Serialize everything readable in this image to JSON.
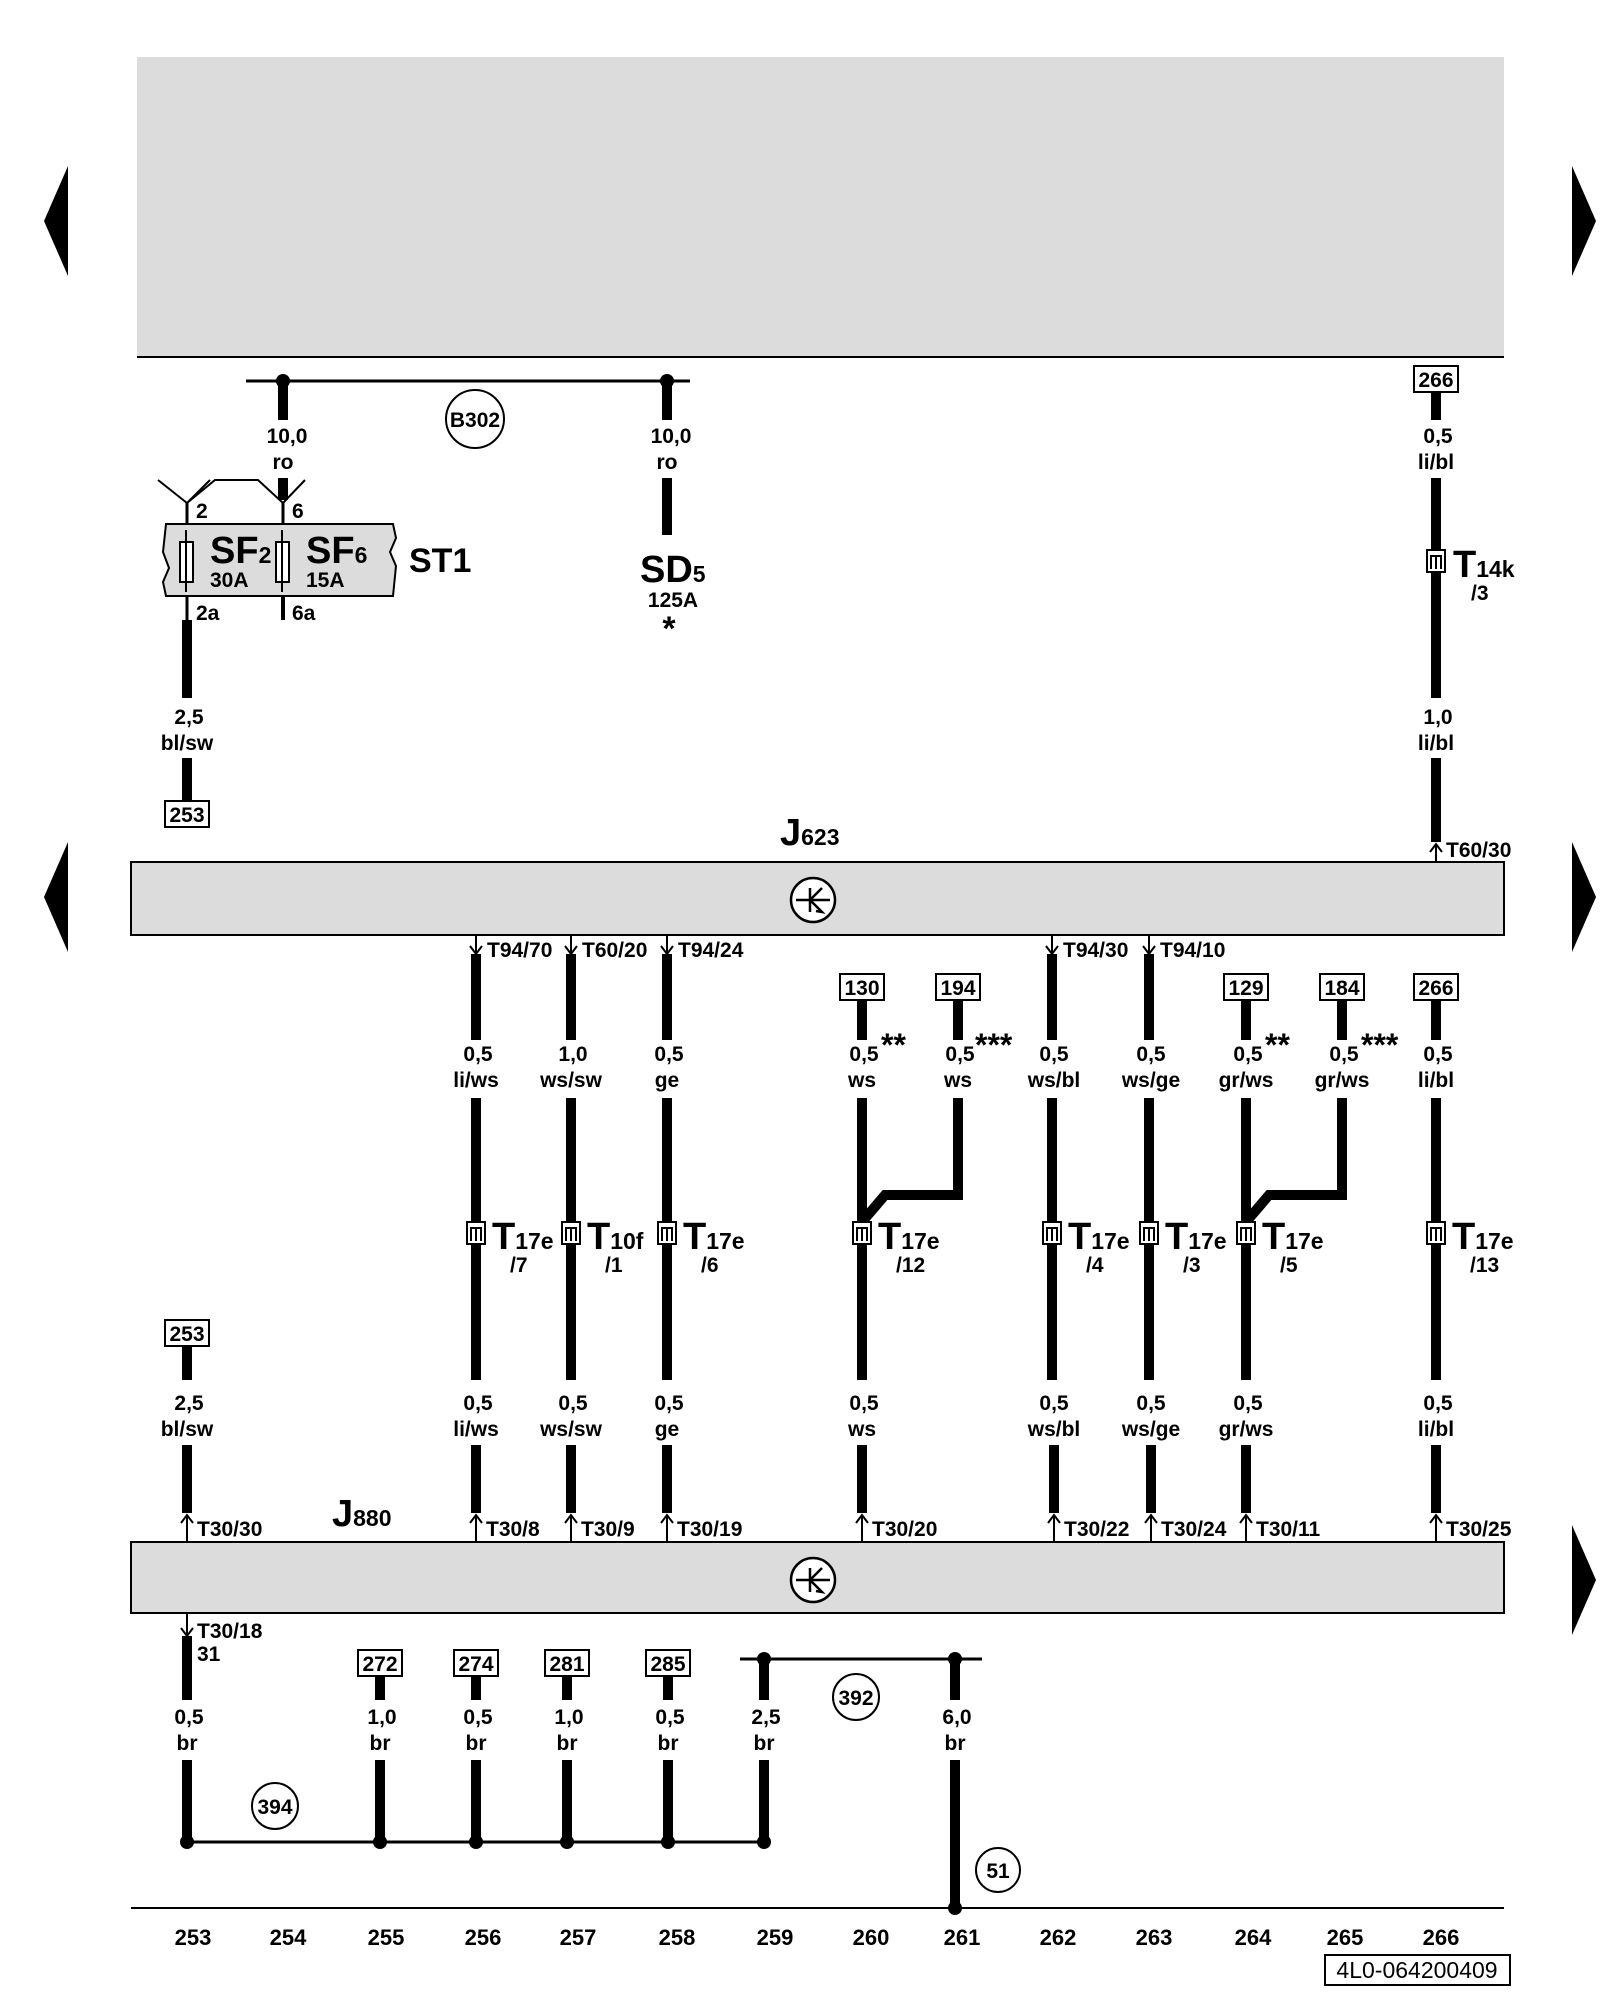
{
  "colors": {
    "band": "#dcdcdc",
    "wire": "#000000",
    "background": "#ffffff"
  },
  "icons": {
    "nav_left": "triangle-left-icon",
    "nav_right": "triangle-right-icon",
    "control_unit": "control-unit-symbol-icon",
    "fuse": "fuse-icon",
    "connector": "connector-icon"
  },
  "top": {
    "bus_id": "B302",
    "wire_a": {
      "size": "10,0",
      "color": "ro"
    },
    "wire_b": {
      "size": "10,0",
      "color": "ro"
    },
    "fuse_holder": {
      "name": "ST1",
      "pin_in_1": "2",
      "pin_in_2": "6",
      "pin_out_1": "2a",
      "pin_out_2": "6a",
      "sf2_name": "SF",
      "sf2_sub": "2",
      "sf2_rating": "30A",
      "sf6_name": "SF",
      "sf6_sub": "6",
      "sf6_rating": "15A"
    },
    "sd": {
      "name": "SD",
      "sub": "5",
      "rating": "125A",
      "note": "*"
    },
    "left_wire": {
      "size": "2,5",
      "color": "bl/sw",
      "ref": "253"
    },
    "right": {
      "ref": "266",
      "w1_size": "0,5",
      "w1_color": "li/bl",
      "conn_name": "T",
      "conn_sub": "14k",
      "conn_pin": "/3",
      "w2_size": "1,0",
      "w2_color": "li/bl",
      "pin": "T60/30"
    }
  },
  "j623": {
    "name": "J",
    "sub": "623"
  },
  "j880": {
    "name": "J",
    "sub": "880"
  },
  "upper_pins": [
    "T94/70",
    "T60/20",
    "T94/24",
    "T94/30",
    "T94/10"
  ],
  "refs_top": [
    "130",
    "194",
    "129",
    "184",
    "266"
  ],
  "stars": [
    "**",
    "***",
    "**",
    "***"
  ],
  "wires_top": [
    {
      "size": "0,5",
      "color": "li/ws"
    },
    {
      "size": "1,0",
      "color": "ws/sw"
    },
    {
      "size": "0,5",
      "color": "ge"
    },
    {
      "size": "0,5",
      "color": "ws"
    },
    {
      "size": "0,5",
      "color": "ws"
    },
    {
      "size": "0,5",
      "color": "ws/bl"
    },
    {
      "size": "0,5",
      "color": "ws/ge"
    },
    {
      "size": "0,5",
      "color": "gr/ws"
    },
    {
      "size": "0,5",
      "color": "gr/ws"
    },
    {
      "size": "0,5",
      "color": "li/bl"
    }
  ],
  "connectors": [
    {
      "name": "T",
      "sub": "17e",
      "pin": "/7"
    },
    {
      "name": "T",
      "sub": "10f",
      "pin": "/1"
    },
    {
      "name": "T",
      "sub": "17e",
      "pin": "/6"
    },
    {
      "name": "T",
      "sub": "17e",
      "pin": "/12"
    },
    {
      "name": "T",
      "sub": "17e",
      "pin": "/4"
    },
    {
      "name": "T",
      "sub": "17e",
      "pin": "/3"
    },
    {
      "name": "T",
      "sub": "17e",
      "pin": "/5"
    },
    {
      "name": "T",
      "sub": "17e",
      "pin": "/13"
    }
  ],
  "mid_left": {
    "ref": "253",
    "size": "2,5",
    "color": "bl/sw"
  },
  "wires_mid": [
    {
      "size": "0,5",
      "color": "li/ws"
    },
    {
      "size": "0,5",
      "color": "ws/sw"
    },
    {
      "size": "0,5",
      "color": "ge"
    },
    {
      "size": "0,5",
      "color": "ws"
    },
    {
      "size": "0,5",
      "color": "ws/bl"
    },
    {
      "size": "0,5",
      "color": "ws/ge"
    },
    {
      "size": "0,5",
      "color": "gr/ws"
    },
    {
      "size": "0,5",
      "color": "li/bl"
    }
  ],
  "lower_pins": [
    "T30/30",
    "T30/8",
    "T30/9",
    "T30/19",
    "T30/20",
    "T30/22",
    "T30/24",
    "T30/11",
    "T30/25"
  ],
  "bottom": {
    "pin": "T30/18",
    "pin2": "31",
    "refs": [
      "272",
      "274",
      "281",
      "285"
    ],
    "wires": [
      {
        "size": "0,5",
        "color": "br"
      },
      {
        "size": "1,0",
        "color": "br"
      },
      {
        "size": "0,5",
        "color": "br"
      },
      {
        "size": "1,0",
        "color": "br"
      },
      {
        "size": "0,5",
        "color": "br"
      },
      {
        "size": "2,5",
        "color": "br"
      },
      {
        "size": "6,0",
        "color": "br"
      }
    ],
    "circles": [
      "394",
      "392",
      "51"
    ]
  },
  "columns": [
    "253",
    "254",
    "255",
    "256",
    "257",
    "258",
    "259",
    "260",
    "261",
    "262",
    "263",
    "264",
    "265",
    "266"
  ],
  "footer_code": "4L0-064200409"
}
